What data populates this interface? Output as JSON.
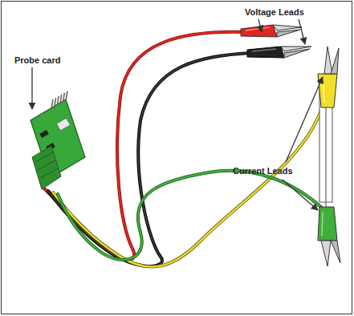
{
  "diagram": {
    "labels": [
      "Voltage Leads",
      "Probe card",
      "Current Leads"
    ]
  }
}
